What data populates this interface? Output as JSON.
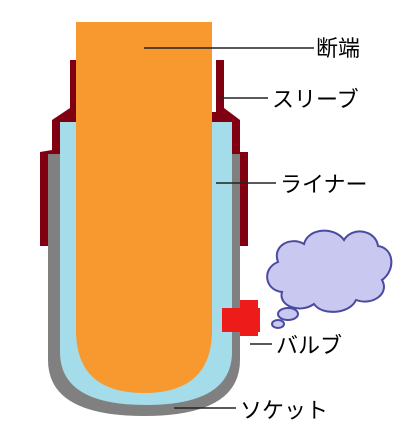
{
  "labels": {
    "stump": "断端",
    "sleeve": "スリーブ",
    "liner": "ライナー",
    "valve": "バルブ",
    "socket": "ソケット"
  },
  "colors": {
    "stump": "#F7992E",
    "sleeve": "#800012",
    "liner": "#A5DCEA",
    "socket": "#808080",
    "valve": "#EE1B1B",
    "cloud_fill": "#C8C8F0",
    "cloud_stroke": "#4A4AA0",
    "leader": "#222222",
    "text": "#000000"
  }
}
